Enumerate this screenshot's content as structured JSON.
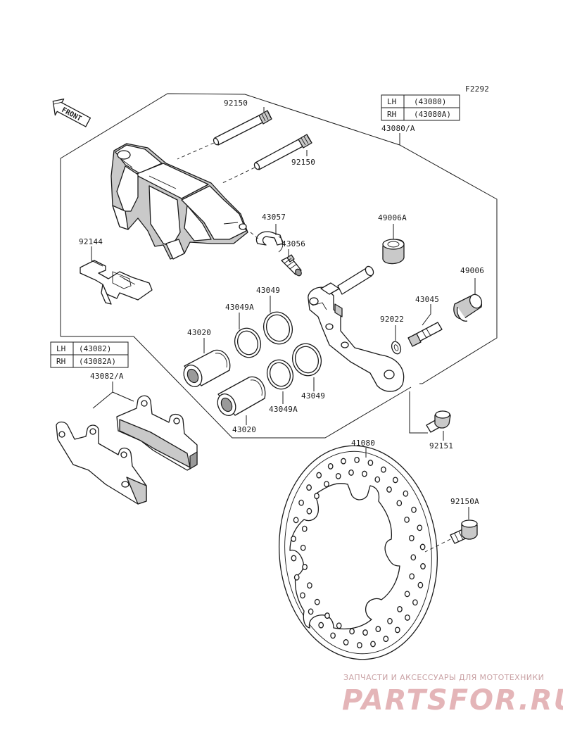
{
  "diagram": {
    "figure_code": "F2292",
    "front_label": "FRONT",
    "caliper_table": {
      "rows": [
        {
          "side": "LH",
          "code": "(43080)"
        },
        {
          "side": "RH",
          "code": "(43080A)"
        }
      ]
    },
    "pads_table": {
      "rows": [
        {
          "side": "LH",
          "code": "(43082)"
        },
        {
          "side": "RH",
          "code": "(43082A)"
        }
      ]
    },
    "labels": {
      "caliper_assy": "43080/A",
      "pin_upper": "92150",
      "pin_lower": "92150",
      "clip": "43057",
      "bleeder": "43056",
      "spring_plate": "92144",
      "boot_49006a": "49006A",
      "boot_49006": "49006",
      "bolt_43045": "43045",
      "ring_92022": "92022",
      "seal_43049_top": "43049",
      "seal_43049a_top": "43049A",
      "piston_43020_top": "43020",
      "seal_43049_bottom": "43049",
      "seal_43049a_bottom": "43049A",
      "piston_43020_bottom": "43020",
      "pads_assy": "43082/A",
      "bolt_92151": "92151",
      "disc": "41080",
      "disc_bolt": "92150A"
    }
  },
  "watermark": {
    "tagline": "ЗАПЧАСТИ И АКСЕССУАРЫ ДЛЯ МОТОТЕХНИКИ",
    "brand": "PARTSFOR.RU"
  }
}
